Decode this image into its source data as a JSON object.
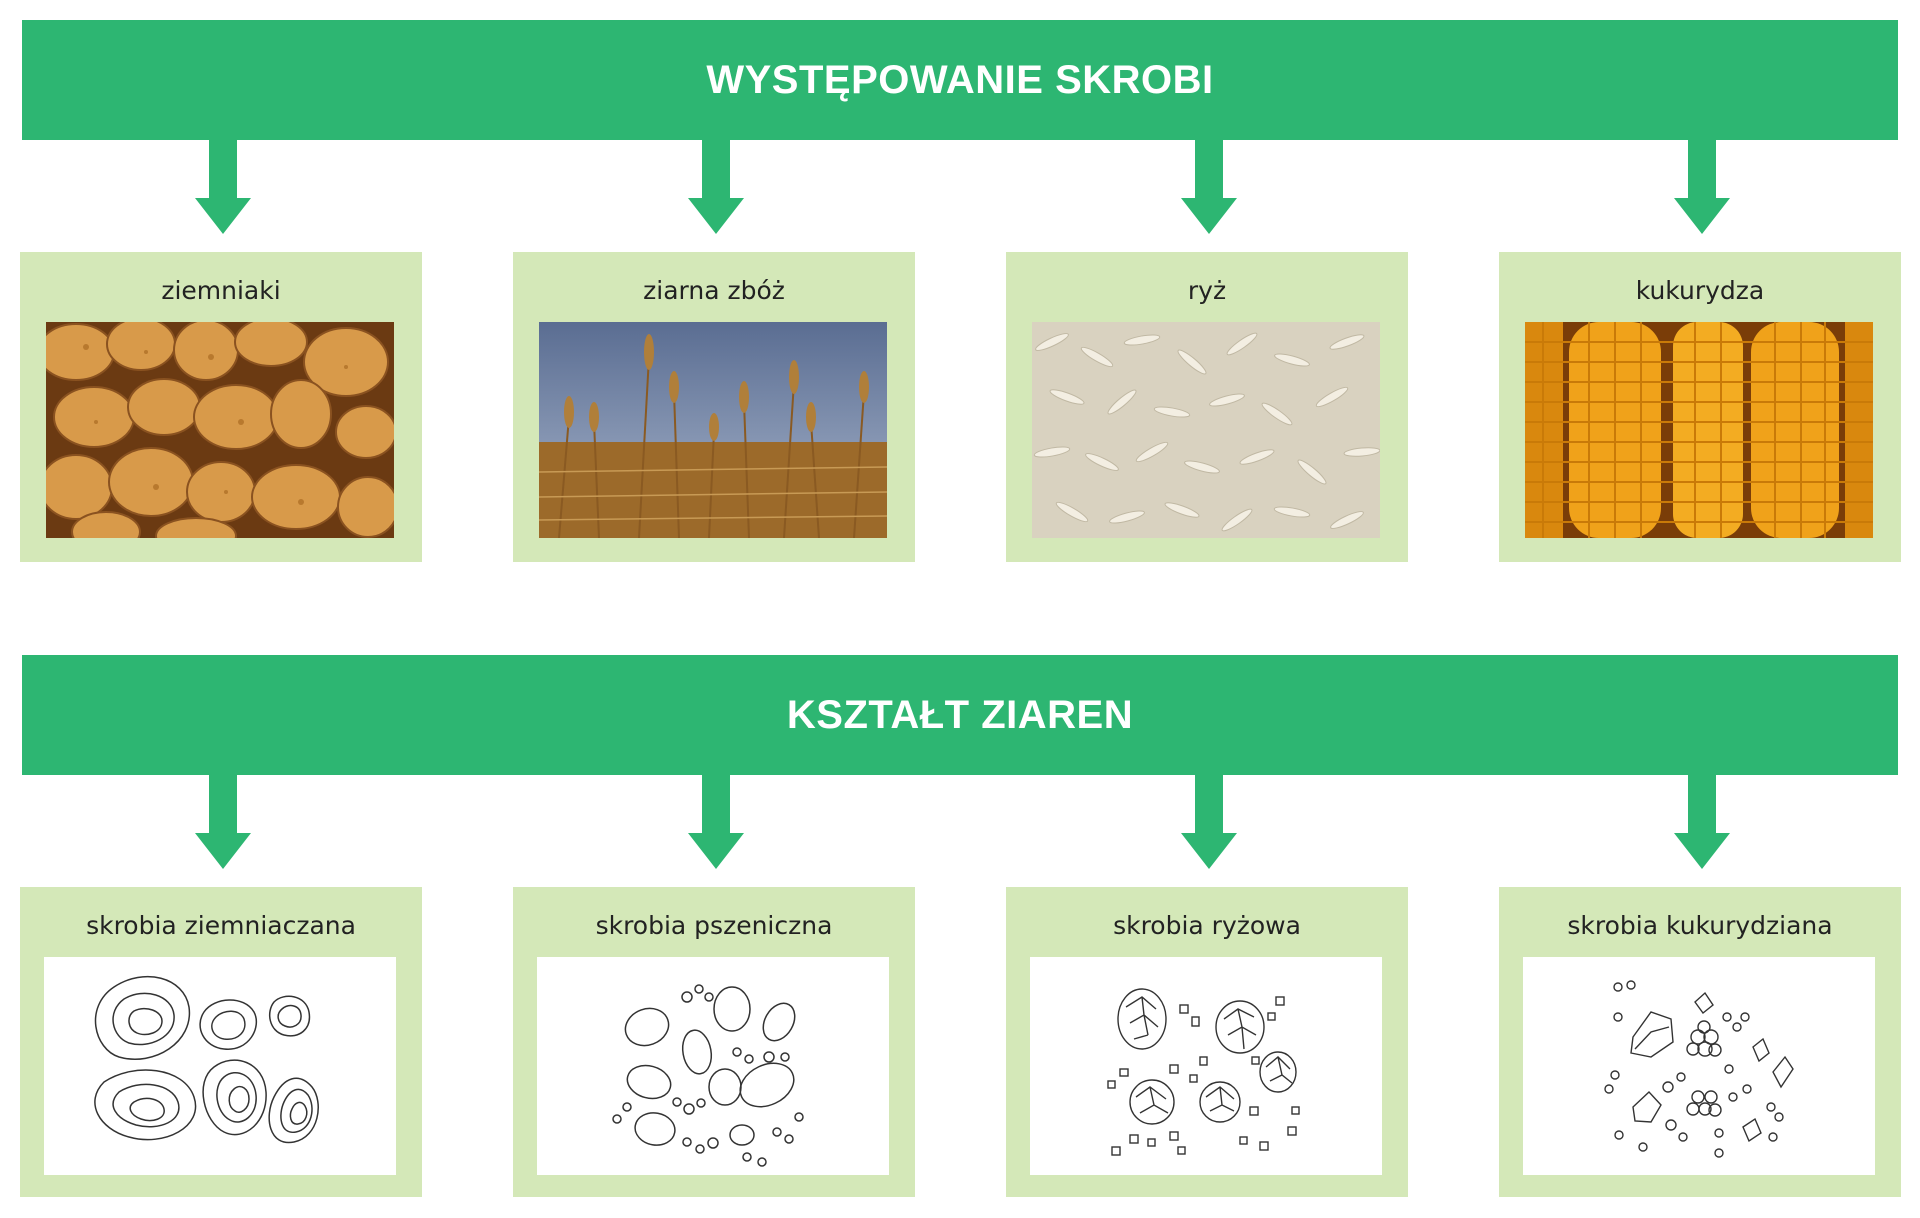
{
  "sections": [
    {
      "title": "WYSTĘPOWANIE SKROBI",
      "items": [
        {
          "label": "ziemniaki",
          "image": "potatoes-photo"
        },
        {
          "label": "ziarna zbóż",
          "image": "wheat-field-photo"
        },
        {
          "label": "ryż",
          "image": "rice-grains-photo"
        },
        {
          "label": "kukurydza",
          "image": "corn-cobs-photo"
        }
      ]
    },
    {
      "title": "KSZTAŁT ZIAREN",
      "items": [
        {
          "label": "skrobia ziemniaczana",
          "image": "potato-starch-granules-drawing"
        },
        {
          "label": "skrobia pszeniczna",
          "image": "wheat-starch-granules-drawing"
        },
        {
          "label": "skrobia ryżowa",
          "image": "rice-starch-granules-drawing"
        },
        {
          "label": "skrobia kukurydziana",
          "image": "corn-starch-granules-drawing"
        }
      ]
    }
  ],
  "colors": {
    "banner": "#2db672",
    "card": "#d4e8b8",
    "text": "#222222"
  }
}
